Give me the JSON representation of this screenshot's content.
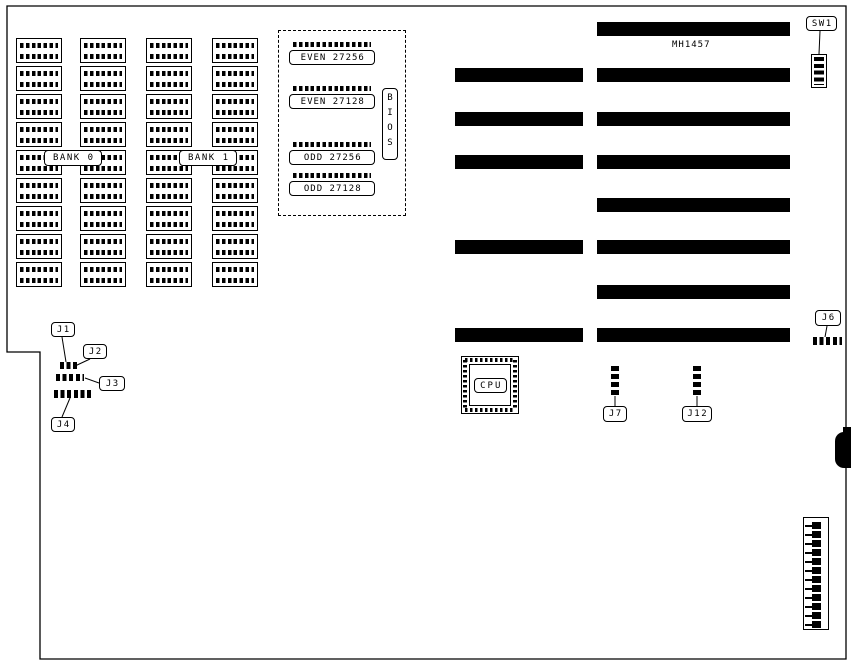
{
  "labels": {
    "bank0": "BANK 0",
    "bank1": "BANK 1",
    "bios": "BIOS",
    "mh1457": "MH1457",
    "sw1": "SW1",
    "cpu": "CPU",
    "j1": "J1",
    "j2": "J2",
    "j3": "J3",
    "j4": "J4",
    "j6": "J6",
    "j7": "J7",
    "j12": "J12"
  },
  "rom_chips": [
    {
      "label": "EVEN 27256"
    },
    {
      "label": "EVEN 27128"
    },
    {
      "label": "ODD 27256"
    },
    {
      "label": "ODD 27128"
    }
  ],
  "memory": {
    "columns": 4,
    "rows_per_column": 9
  },
  "slots": {
    "left_count": 5,
    "right_count": 8
  },
  "power_connector": {
    "pin_count": 12
  },
  "colors": {
    "line": "#000000",
    "background": "#ffffff"
  }
}
